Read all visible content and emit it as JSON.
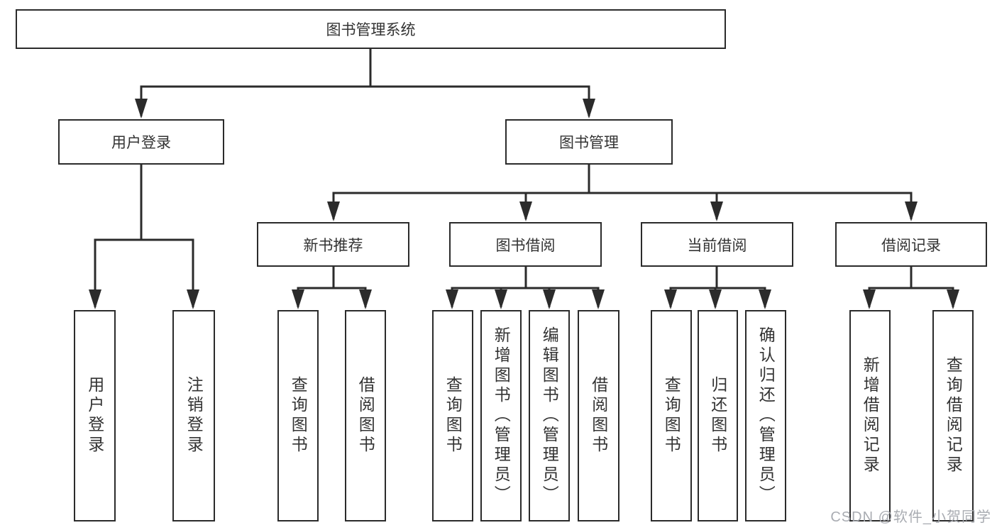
{
  "diagram": {
    "title": "图书管理系统",
    "root": {
      "label": "图书管理系统"
    },
    "level2": [
      {
        "label": "用户登录"
      },
      {
        "label": "图书管理"
      }
    ],
    "level3": [
      {
        "label": "新书推荐"
      },
      {
        "label": "图书借阅"
      },
      {
        "label": "当前借阅"
      },
      {
        "label": "借阅记录"
      }
    ],
    "leaves": {
      "user_login": [
        "用户登录",
        "注销登录"
      ],
      "new_books": [
        "查询图书",
        "借阅图书"
      ],
      "book_borrow": [
        "查询图书",
        "新增图书（管理员）",
        "编辑图书（管理员）",
        "借阅图书"
      ],
      "current_borrow": [
        "查询图书",
        "归还图书",
        "确认归还（管理员）"
      ],
      "borrow_records": [
        "新增借阅记录",
        "查询借阅记录"
      ]
    },
    "colors": {
      "line": "#2b2b2b",
      "text": "#333333",
      "watermark": "#a4a8ae"
    },
    "watermark": "CSDN @软件_小贺同学"
  }
}
